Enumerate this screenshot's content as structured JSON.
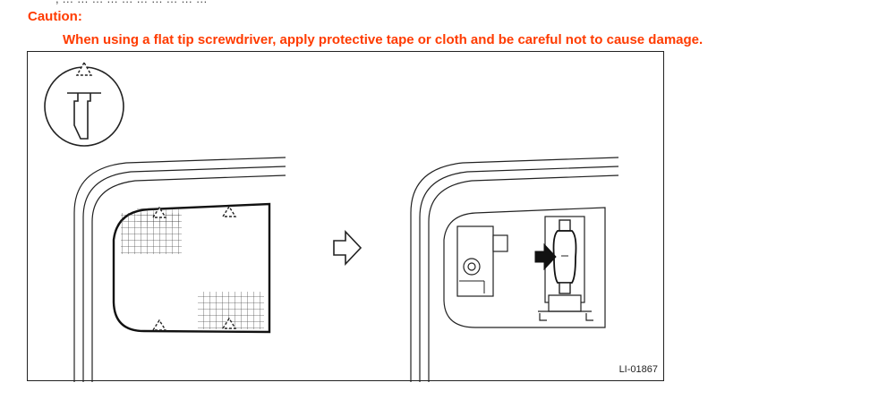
{
  "header": {
    "cutoff_text": ", … … … … … … … … … …",
    "caution_title": "Caution:",
    "caution_text": "When using a flat tip screwdriver, apply protective tape or cloth and be careful not to cause damage."
  },
  "figure": {
    "code": "LI-01867",
    "icons": [
      "clip-release-icon",
      "arrow-right-outline-icon",
      "arrow-right-solid-icon",
      "bulb-icon",
      "socket-icon"
    ]
  },
  "colors": {
    "caution": "#ff3b00",
    "line": "#222222"
  }
}
